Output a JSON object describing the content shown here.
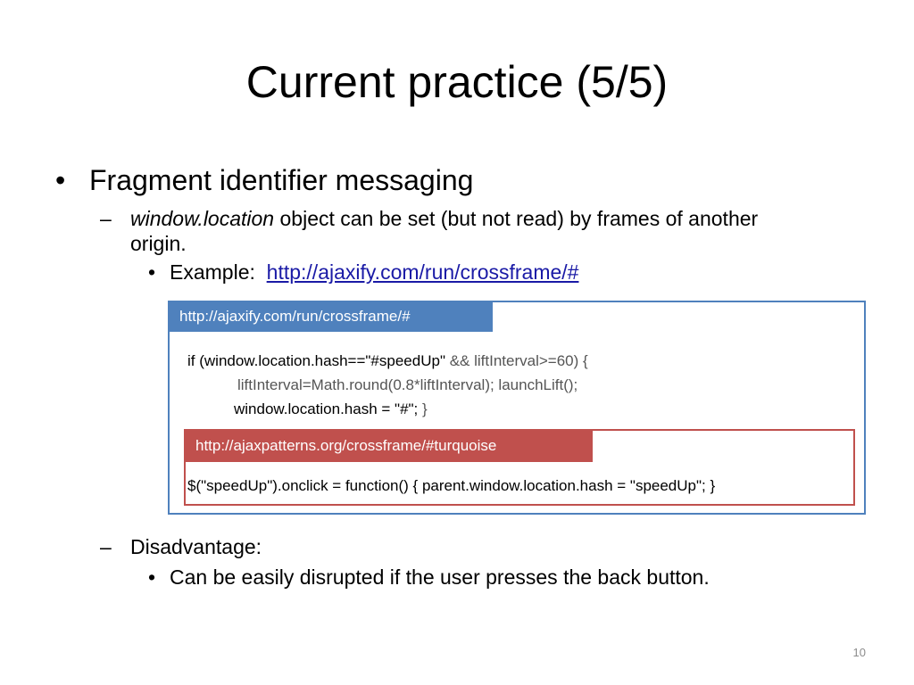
{
  "slide": {
    "title": "Current practice (5/5)",
    "number": "10"
  },
  "bullets": {
    "level1_marker": "•",
    "level2_marker": "–",
    "level3_marker": "•",
    "main": "Fragment identifier messaging",
    "sub1": {
      "emph": "window.location",
      "rest": " object can be set (but not read) by frames of another",
      "cont": "origin."
    },
    "example": {
      "label": "Example:",
      "link": "http://ajaxify.com/run/crossframe/#"
    },
    "sub2": "Disadvantage:",
    "sub2_point": "Can be easily disrupted if the user presses the back button."
  },
  "diagram": {
    "outer_tab": "http://ajaxify.com/run/crossframe/#",
    "code_line1_a": "if (window.location.hash==\"#speedUp\"",
    "code_line1_b": " && liftInterval>=60) {",
    "code_line2": "liftInterval=Math.round(0.8*liftInterval); launchLift();",
    "code_line3_a": "window.location.hash = \"#\";",
    "code_line3_b": " }",
    "inner_tab": "http://ajaxpatterns.org/crossframe/#turquoise",
    "inner_code": "$(\"speedUp\").onclick = function() { parent.window.location.hash = \"speedUp\"; }"
  },
  "colors": {
    "outer_frame": "#4f81bd",
    "inner_frame": "#c0504d",
    "link": "#1a1aa6"
  }
}
